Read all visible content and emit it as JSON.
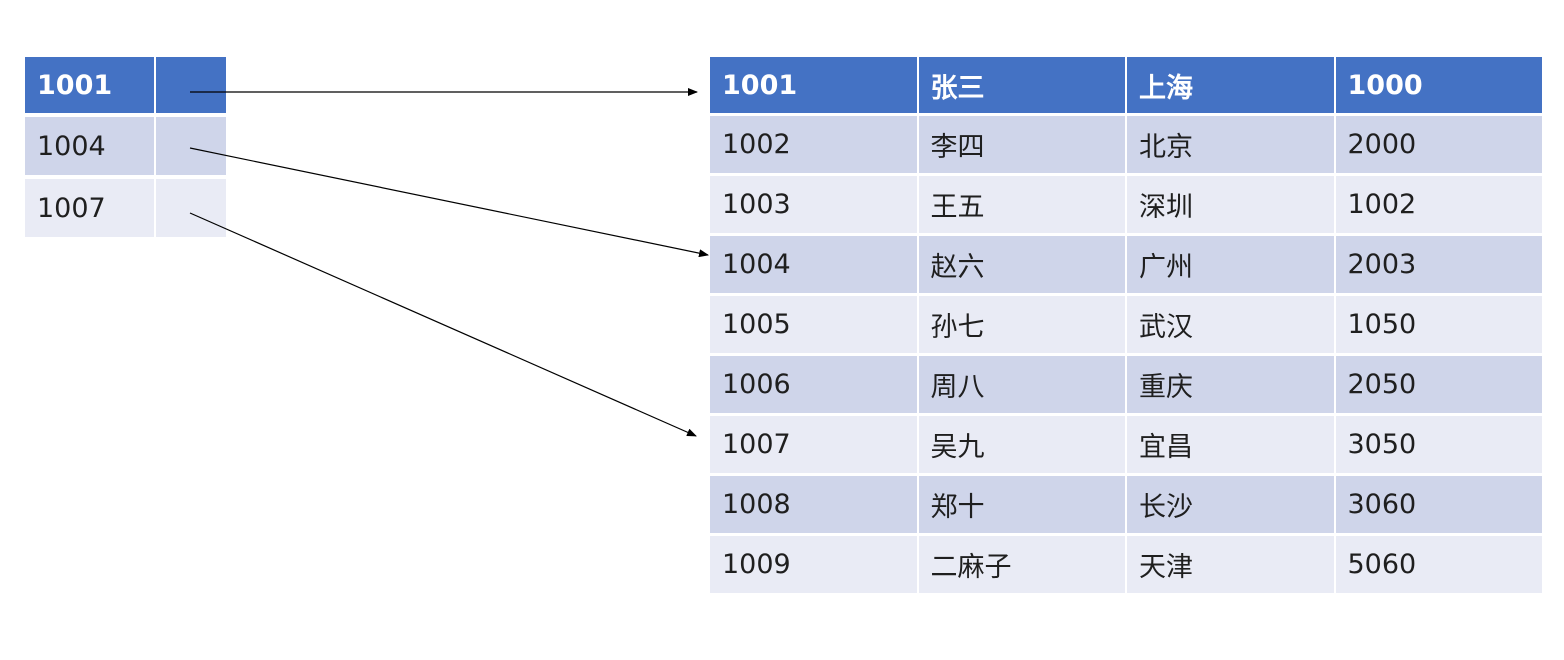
{
  "colors": {
    "header": "#4472C4",
    "band_dark": "#CFD5EA",
    "band_light": "#E9EBF5",
    "arrow": "#000000"
  },
  "index_table": {
    "rows": [
      {
        "key": "1001"
      },
      {
        "key": "1004"
      },
      {
        "key": "1007"
      }
    ]
  },
  "data_table": {
    "rows": [
      [
        "1001",
        "张三",
        "上海",
        "1000"
      ],
      [
        "1002",
        "李四",
        "北京",
        "2000"
      ],
      [
        "1003",
        "王五",
        "深圳",
        "1002"
      ],
      [
        "1004",
        "赵六",
        "广州",
        "2003"
      ],
      [
        "1005",
        "孙七",
        "武汉",
        "1050"
      ],
      [
        "1006",
        "周八",
        "重庆",
        "2050"
      ],
      [
        "1007",
        "吴九",
        "宜昌",
        "3050"
      ],
      [
        "1008",
        "郑十",
        "长沙",
        "3060"
      ],
      [
        "1009",
        "二麻子",
        "天津",
        "5060"
      ]
    ]
  }
}
